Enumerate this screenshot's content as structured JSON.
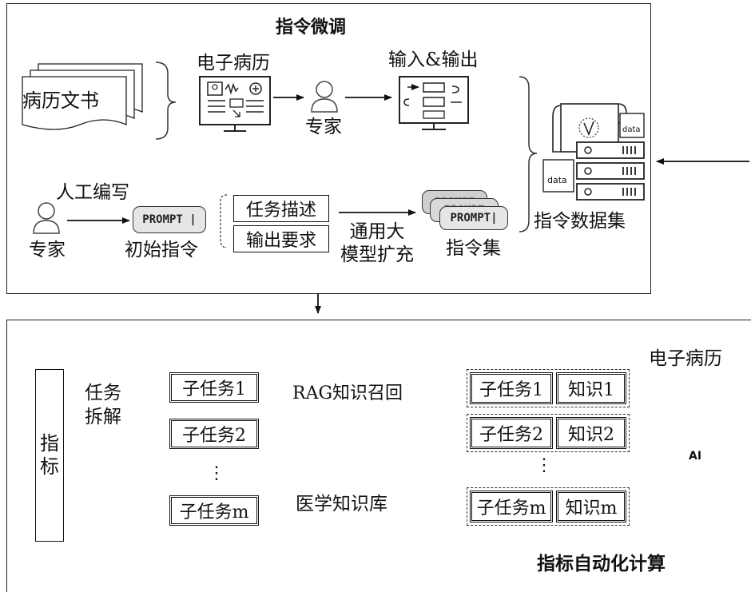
{
  "top": {
    "title": "指令微调",
    "medical_docs": "病历文书",
    "emr_label": "电子病历",
    "expert_1": "专家",
    "io_label": "输入&输出",
    "manual_write": "人工编写",
    "expert_2": "专家",
    "prompt_text": "PROMPT",
    "initial_instruction": "初始指令",
    "task_desc": "任务描述",
    "output_req": "输出要求",
    "llm_expand": [
      "通用大",
      "模型扩充"
    ],
    "instruction_set": "指令集",
    "dataset_label": "指令数据集",
    "data_tag": "data"
  },
  "bottom": {
    "title": "指标自动化计算",
    "indicator": [
      "指",
      "标"
    ],
    "task_decomp": [
      "任务",
      "拆解"
    ],
    "subtasks": [
      "子任务1",
      "子任务2",
      "⋮",
      "子任务m"
    ],
    "rag_label": "RAG知识召回",
    "kb_label": "医学知识库",
    "pairs": [
      {
        "task": "子任务1",
        "know": "知识1"
      },
      {
        "task": "子任务2",
        "know": "知识2"
      },
      {
        "task": "子任务m",
        "know": "知识m"
      }
    ],
    "pairs_dots": "⋮",
    "emr_doc": "电子病历",
    "ai_label": "AI"
  }
}
